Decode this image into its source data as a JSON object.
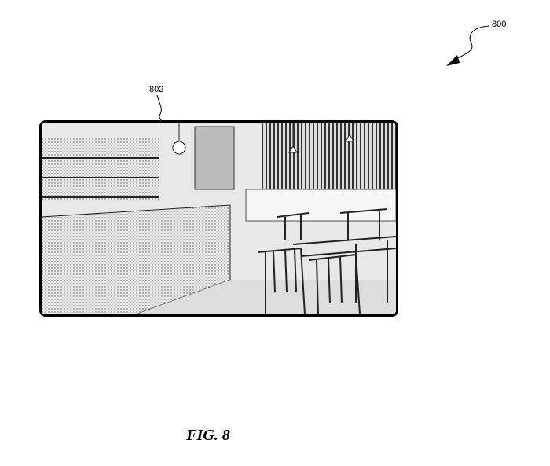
{
  "figure": {
    "reference_800": "800",
    "reference_802": "802",
    "caption": "FIG. 8",
    "image_subject": "cafe-interior"
  }
}
